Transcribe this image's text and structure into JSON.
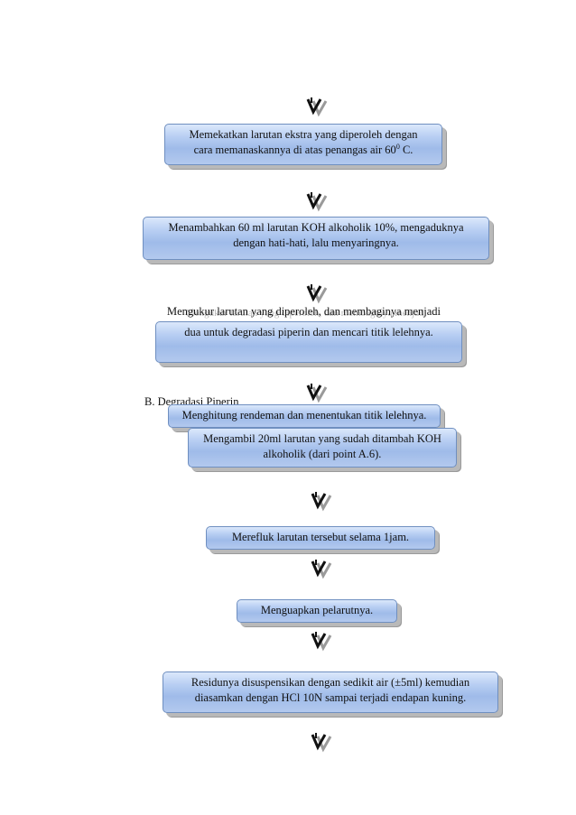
{
  "steps": [
    {
      "id": "s1",
      "lines": [
        "Memekatkan larutan ekstra yang diperoleh dengan",
        "cara memanaskannya di atas penangas air  60"
      ],
      "sup": "0",
      "suffix": " C."
    },
    {
      "id": "s2",
      "lines": [
        "Menambahkan 60 ml larutan KOH alkoholik 10%, mengaduknya",
        "dengan hati-hati, lalu menyaringnya."
      ]
    },
    {
      "id": "s3",
      "lines": [
        "Mengukur larutan yang diperoleh, dan membaginya menjadi",
        "dua untuk degradasi piperin dan mencari titik lelehnya."
      ]
    },
    {
      "id": "s4",
      "lines": [
        "Menghitung rendeman dan menentukan titik lelehnya."
      ]
    },
    {
      "id": "s5",
      "lines": [
        "Mengambil 20ml larutan yang sudah ditambah KOH",
        "alkoholik (dari point A.6)."
      ]
    },
    {
      "id": "s6",
      "lines": [
        "Merefluk larutan tersebut selama 1jam."
      ]
    },
    {
      "id": "s7",
      "lines": [
        "Menguapkan pelarutnya."
      ]
    },
    {
      "id": "s8",
      "lines": [
        "Residunya disuspensikan dengan sedikit air (±5ml) kemudian",
        "diasamkan dengan HCl 10N sampai terjadi endapan kuning."
      ]
    }
  ],
  "section": {
    "label": "B.  Degradasi Piperin"
  },
  "ghost_text": "Mengukur larutan yang diperoleh, dan membaginya menjadi",
  "colors": {
    "box_border": "#6f8fc0",
    "arrow": "#111111",
    "arrow_shadow": "#9a9a9a"
  }
}
